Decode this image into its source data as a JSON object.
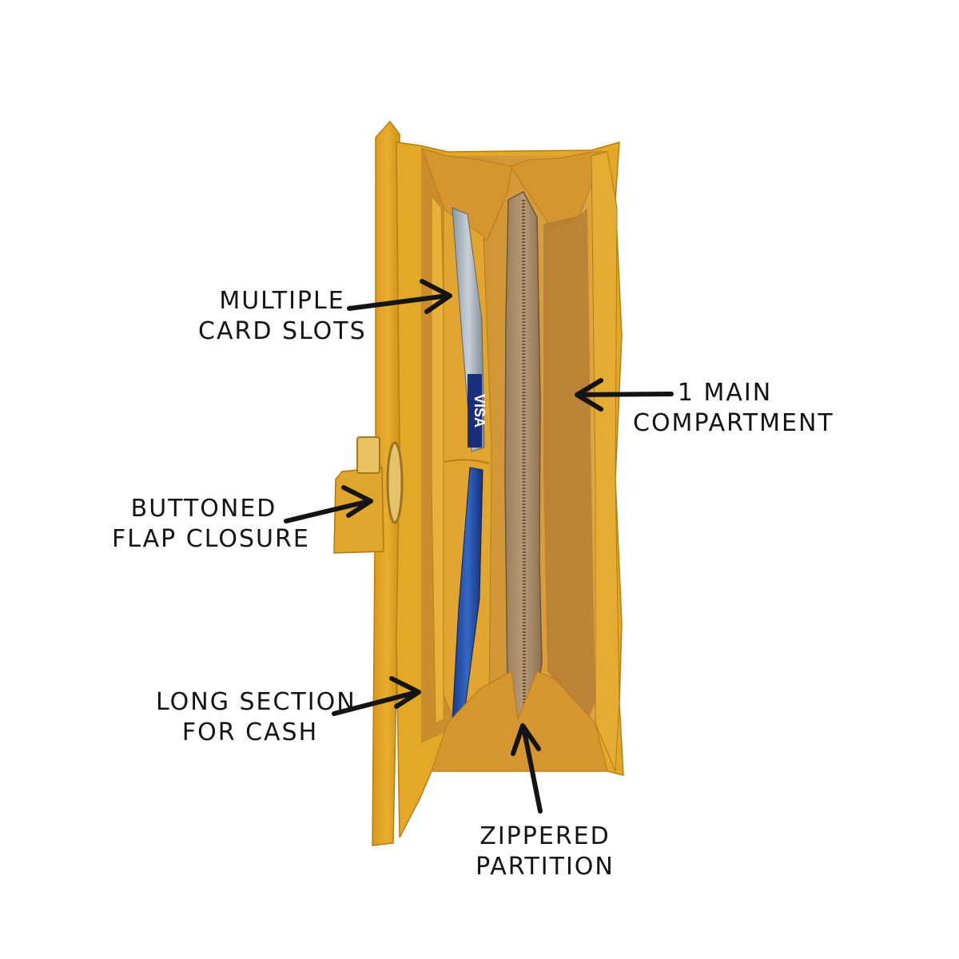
{
  "colors": {
    "leather": "#e3a825",
    "leather_shadow": "#c98b16",
    "interior": "#d29a3c",
    "zipper_lining": "#a98c6a",
    "label_text": "#141414",
    "arrow": "#141414"
  },
  "labels": {
    "card_slots": {
      "line1": "MULTIPLE",
      "line2": "CARD SLOTS"
    },
    "main_compartment": {
      "line1": "1 MAIN",
      "line2": "COMPARTMENT"
    },
    "flap_closure": {
      "line1": "BUTTONED",
      "line2": "FLAP CLOSURE"
    },
    "cash_section": {
      "line1": "LONG SECTION",
      "line2": "FOR CASH"
    },
    "zippered_partition": {
      "line1": "ZIPPERED",
      "line2": "PARTITION"
    }
  },
  "cards": {
    "top_card_brand": "VISA"
  },
  "icons": {
    "arrow": "arrow-icon"
  }
}
